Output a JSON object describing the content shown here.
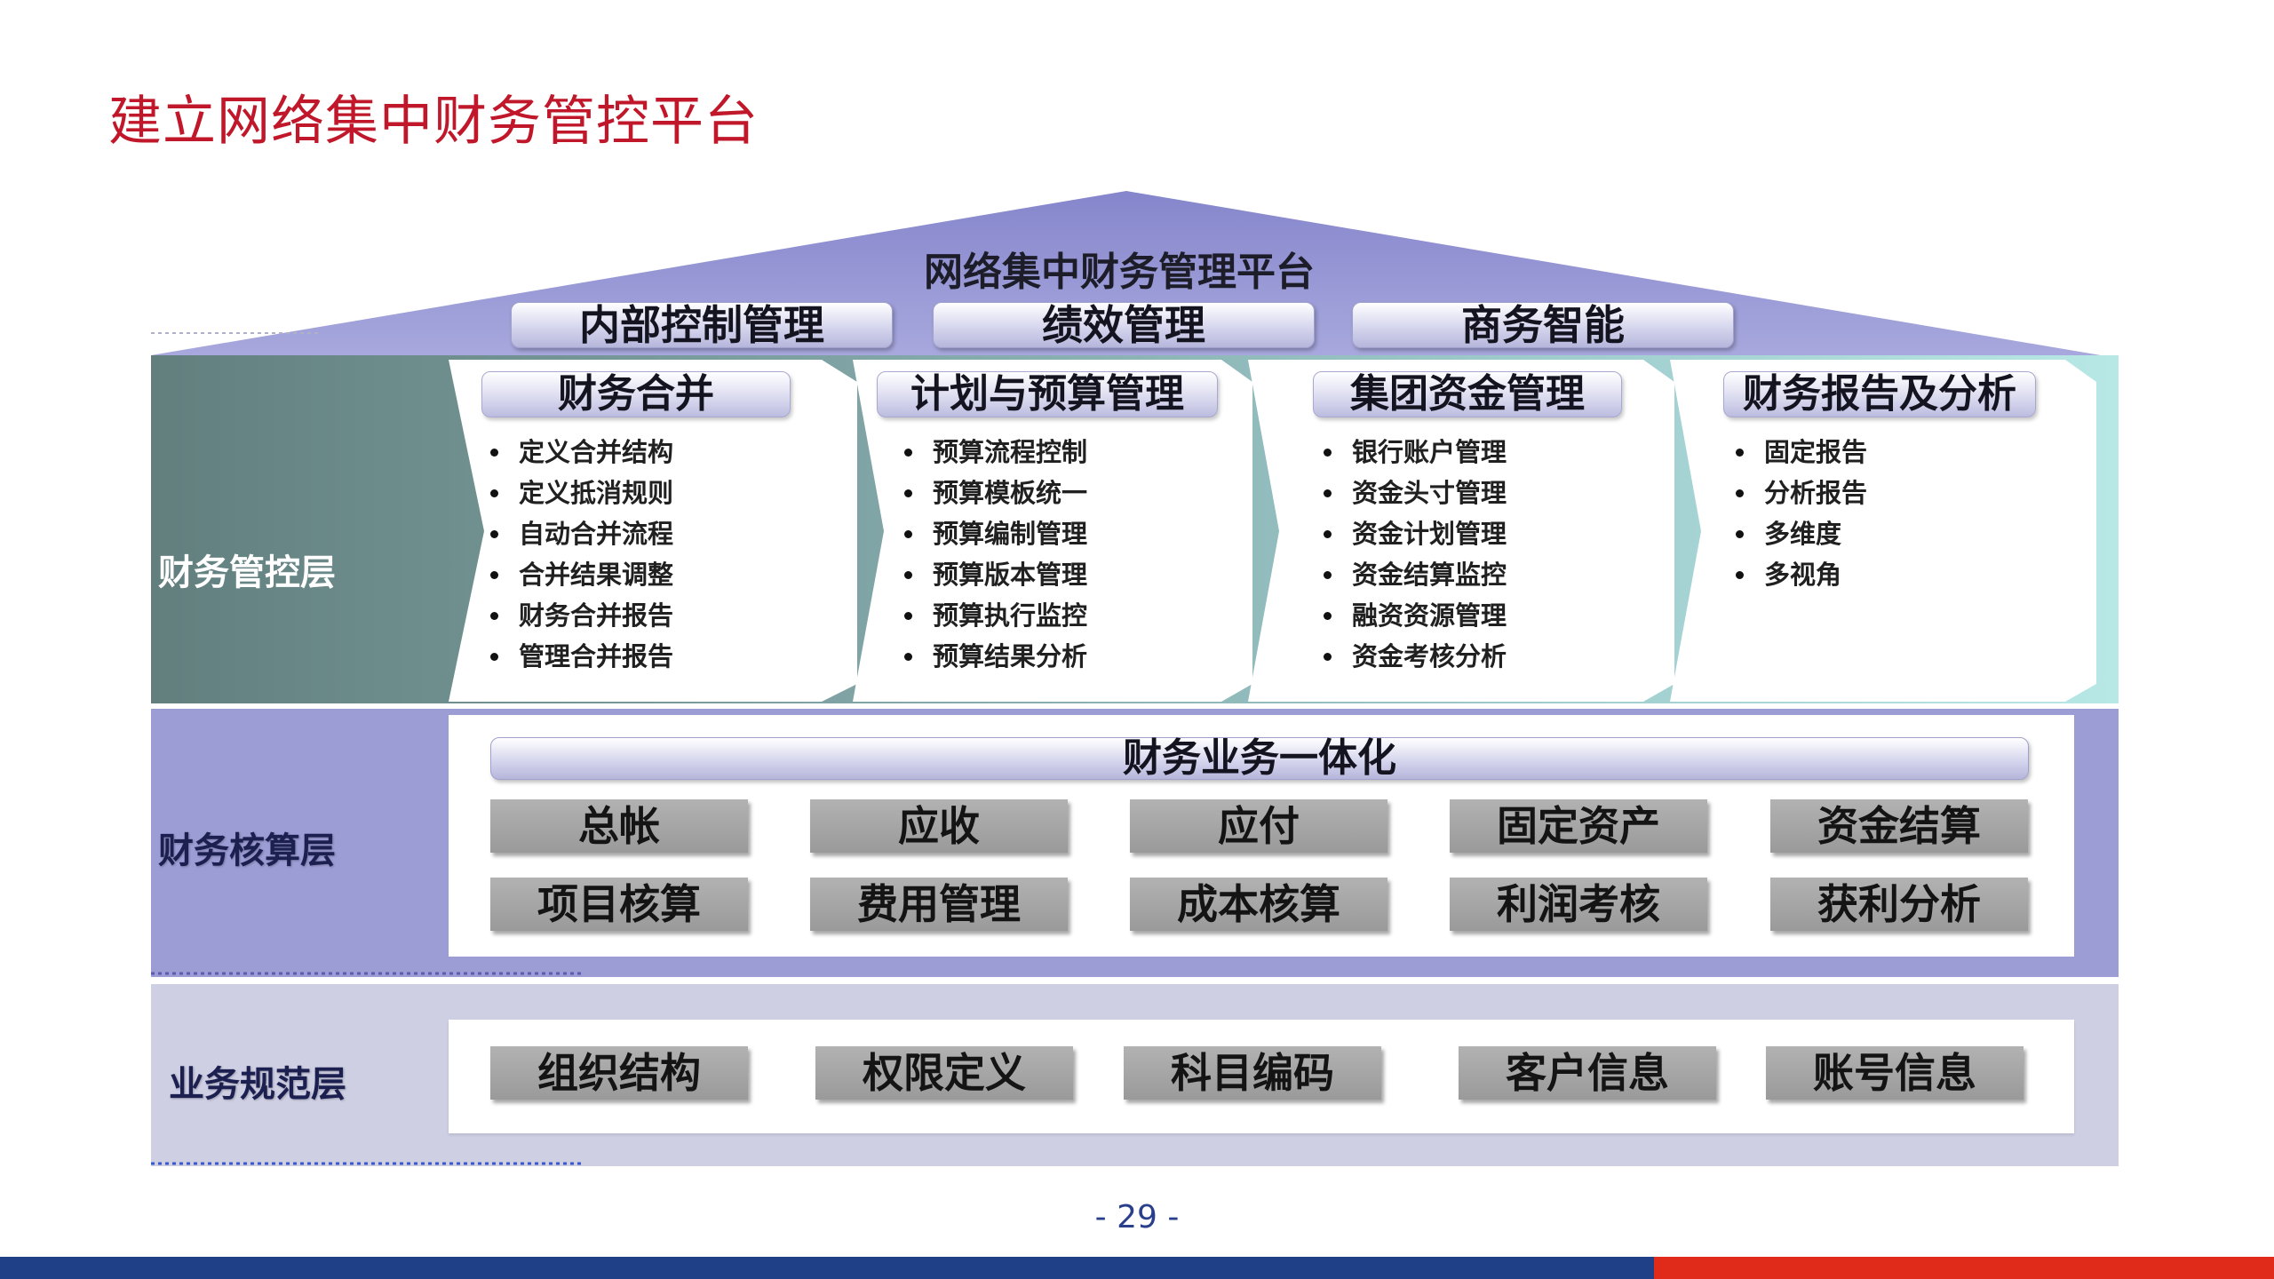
{
  "page": {
    "title": "建立网络集中财务管控平台",
    "page_number": "- 29 -"
  },
  "roof": {
    "title": "网络集中财务管理平台",
    "pills": [
      "内部控制管理",
      "绩效管理",
      "商务智能"
    ]
  },
  "control_layer": {
    "label": "财务管控层",
    "columns": [
      {
        "title": "财务合并",
        "items": [
          "定义合并结构",
          "定义抵消规则",
          "自动合并流程",
          "合并结果调整",
          "财务合并报告",
          "管理合并报告"
        ]
      },
      {
        "title": "计划与预算管理",
        "items": [
          "预算流程控制",
          "预算模板统一",
          "预算编制管理",
          "预算版本管理",
          "预算执行监控",
          "预算结果分析"
        ]
      },
      {
        "title": "集团资金管理",
        "items": [
          "银行账户管理",
          "资金头寸管理",
          "资金计划管理",
          "资金结算监控",
          "融资资源管理",
          "资金考核分析"
        ]
      },
      {
        "title": "财务报告及分析",
        "items": [
          "固定报告",
          "分析报告",
          "多维度",
          "多视角"
        ]
      }
    ]
  },
  "accounting_layer": {
    "label": "财务核算层",
    "header": "财务业务一体化",
    "row1": [
      "总帐",
      "应收",
      "应付",
      "固定资产",
      "资金结算"
    ],
    "row2": [
      "项目核算",
      "费用管理",
      "成本核算",
      "利润考核",
      "获利分析"
    ]
  },
  "standard_layer": {
    "label": "业务规范层",
    "items": [
      "组织结构",
      "权限定义",
      "科目编码",
      "客户信息",
      "账号信息"
    ]
  },
  "colors": {
    "title_red": "#c0182a",
    "roof": "#9999d4",
    "control_band_start": "#6b8e8b",
    "control_band_end": "#b4e4e2",
    "accounting_band": "#9d9dd6",
    "standard_band": "#cfcfe4",
    "footer_blue": "#1f3f86",
    "footer_red": "#e02a1a"
  }
}
